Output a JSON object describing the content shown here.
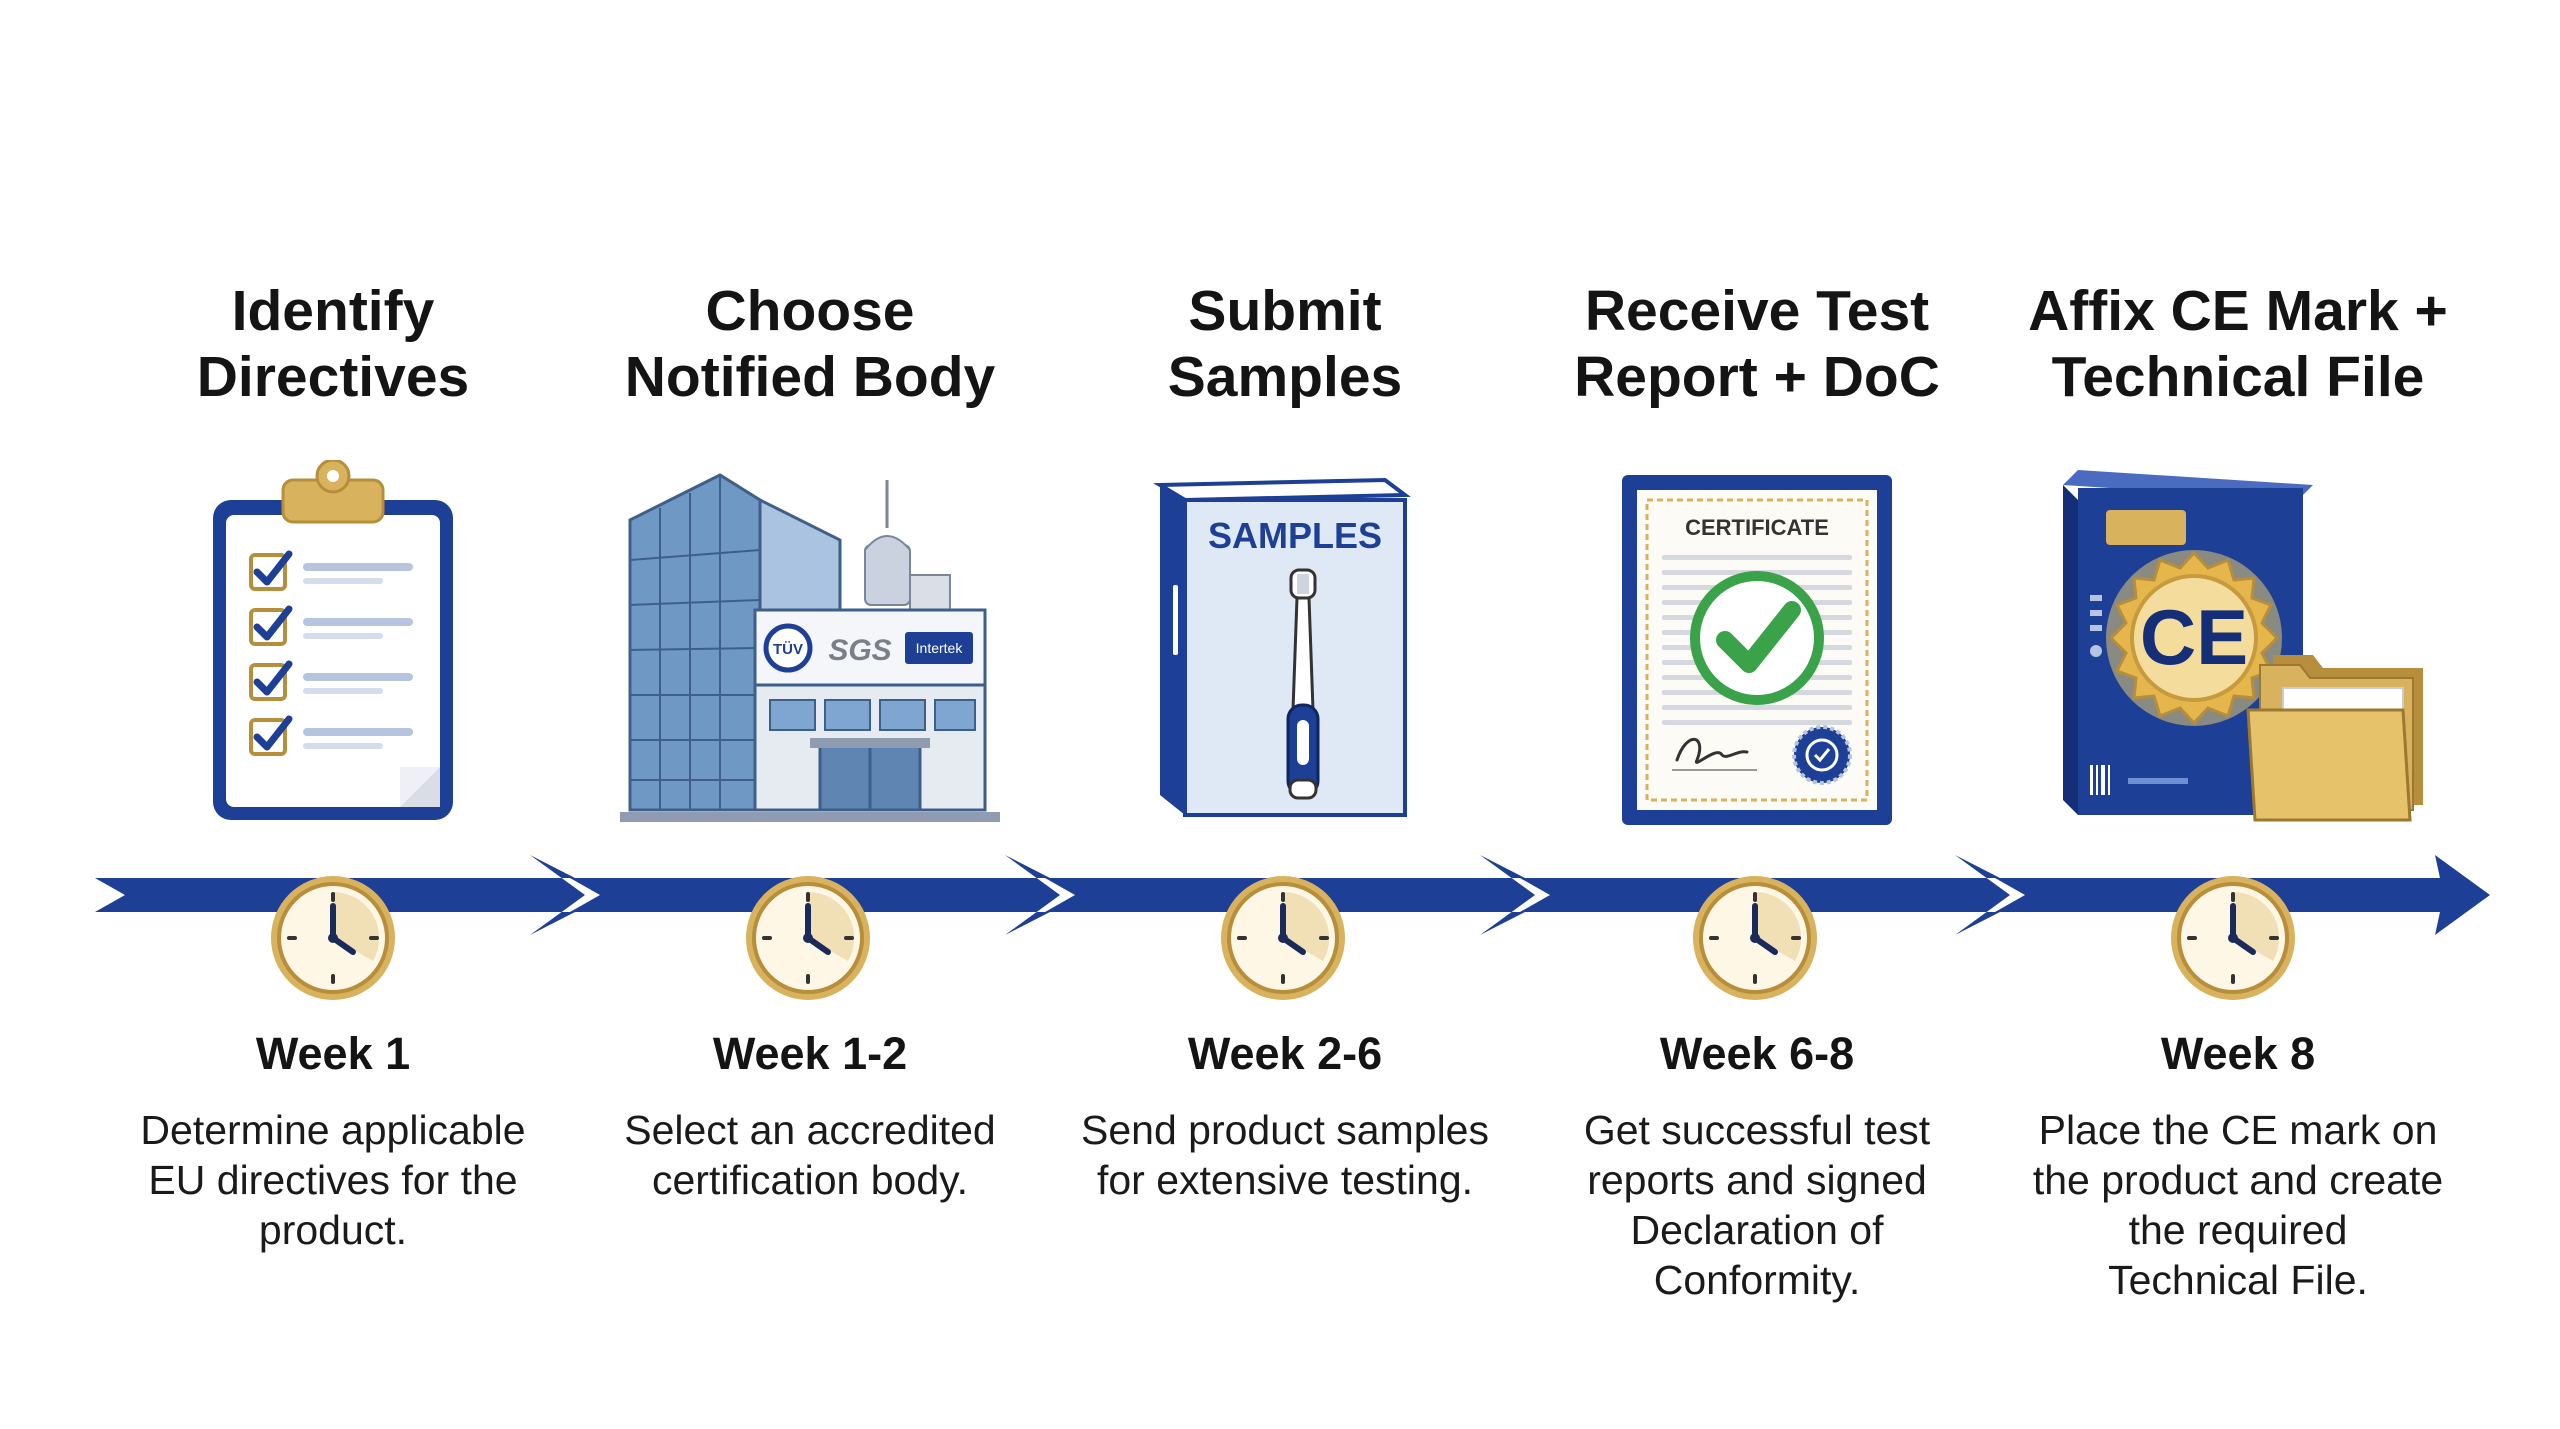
{
  "colors": {
    "navy": "#1d3f96",
    "gold": "#d8b25c",
    "gold_dark": "#b68e3c",
    "green": "#3aa34a"
  },
  "steps": [
    {
      "title": [
        "Identify",
        "Directives"
      ],
      "week": "Week 1",
      "desc": [
        "Determine applicable",
        "EU directives for the",
        "product."
      ],
      "icon": "checklist-clipboard-icon"
    },
    {
      "title": [
        "Choose",
        "Notified Body"
      ],
      "week": "Week 1-2",
      "desc": [
        "Select an accredited",
        "certification body."
      ],
      "icon": "office-building-icon",
      "logos": [
        "TÜV",
        "SGS",
        "Intertek"
      ]
    },
    {
      "title": [
        "Submit",
        "Samples"
      ],
      "week": "Week 2-6",
      "desc": [
        "Send product samples",
        "for extensive testing."
      ],
      "icon": "sample-box-icon",
      "box_label": "SAMPLES"
    },
    {
      "title": [
        "Receive Test",
        "Report + DoC"
      ],
      "week": "Week 6-8",
      "desc": [
        "Get successful test",
        "reports and signed",
        "Declaration of",
        "Conformity."
      ],
      "icon": "certificate-icon",
      "cert_label": "CERTIFICATE"
    },
    {
      "title": [
        "Affix CE Mark +",
        "Technical File"
      ],
      "week": "Week 8",
      "desc": [
        "Place the CE mark on",
        "the product and create",
        "the required",
        "Technical File."
      ],
      "icon": "ce-mark-box-icon",
      "mark_label": "CE"
    }
  ]
}
